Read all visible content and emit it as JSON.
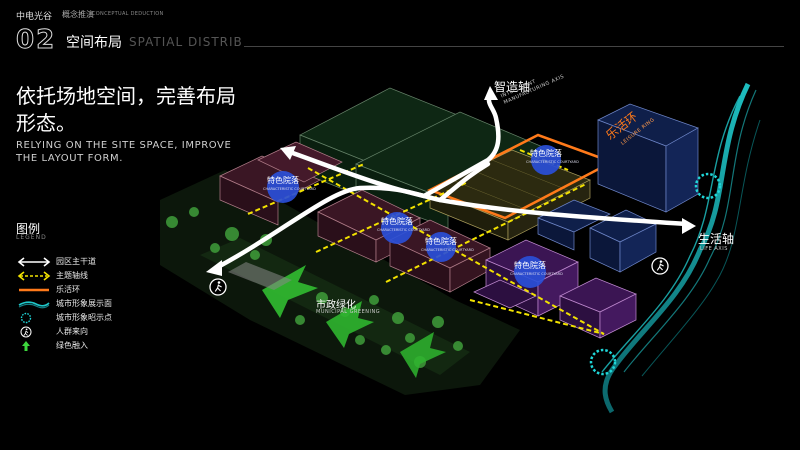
{
  "header": {
    "brand": "中电光谷",
    "section_cn": "概念推演",
    "section_en": "CONCEPTUAL DEDUCTION",
    "section_number": "02",
    "title_cn": "空间布局",
    "title_en": "SPATIAL DISTRIBUTION"
  },
  "headline": {
    "cn": "依托场地空间，完善布局形态。",
    "en": "RELYING ON THE SITE SPACE, IMPROVE THE LAYOUT FORM."
  },
  "legend": {
    "title_cn": "图例",
    "title_en": "LEGEND",
    "items": [
      {
        "label": "园区主干道",
        "icon": "double-arrow-icon",
        "color": "#ffffff"
      },
      {
        "label": "主题轴线",
        "icon": "dashed-arrow-icon",
        "color": "#f2e200"
      },
      {
        "label": "乐活环",
        "icon": "orange-line-icon",
        "color": "#ff7a1a"
      },
      {
        "label": "城市形象展示面",
        "icon": "wave-line-icon",
        "color": "#1fc7c9"
      },
      {
        "label": "城市形象昭示点",
        "icon": "dashed-circle-icon",
        "color": "#1fd6d8"
      },
      {
        "label": "人群来向",
        "icon": "pedestrian-icon",
        "color": "#ffffff"
      },
      {
        "label": "绿色融入",
        "icon": "green-arrow-icon",
        "color": "#3dd63d"
      }
    ]
  },
  "axes": {
    "smart": {
      "cn": "智造轴",
      "en1": "INTELLIGENT",
      "en2": "MANUFACTURING AXIS"
    },
    "life": {
      "cn": "生活轴",
      "en": "LIFE AXIS"
    },
    "leisure_ring": {
      "cn": "乐活环",
      "en": "LEISURE RING"
    }
  },
  "municipal": {
    "cn": "市政绿化",
    "en": "MUNICIPAL GREENING"
  },
  "courtyards": [
    {
      "cn": "特色院落",
      "en": "CHARACTERISTIC COURTYARD"
    },
    {
      "cn": "特色院落",
      "en": "CHARACTERISTIC COURTYARD"
    },
    {
      "cn": "特色院落",
      "en": "CHARACTERISTIC COURTYARD"
    },
    {
      "cn": "特色院落",
      "en": "CHARACTERISTIC COURTYARD"
    },
    {
      "cn": "特色院落",
      "en": "CHARACTERISTIC COURTYARD"
    }
  ],
  "colors": {
    "road": "#ffffff",
    "axis_dashed": "#f2e200",
    "ring": "#ff7a1a",
    "wave": "#1fc7c9",
    "node": "#2a4fd8",
    "green": "#2fb52f"
  }
}
